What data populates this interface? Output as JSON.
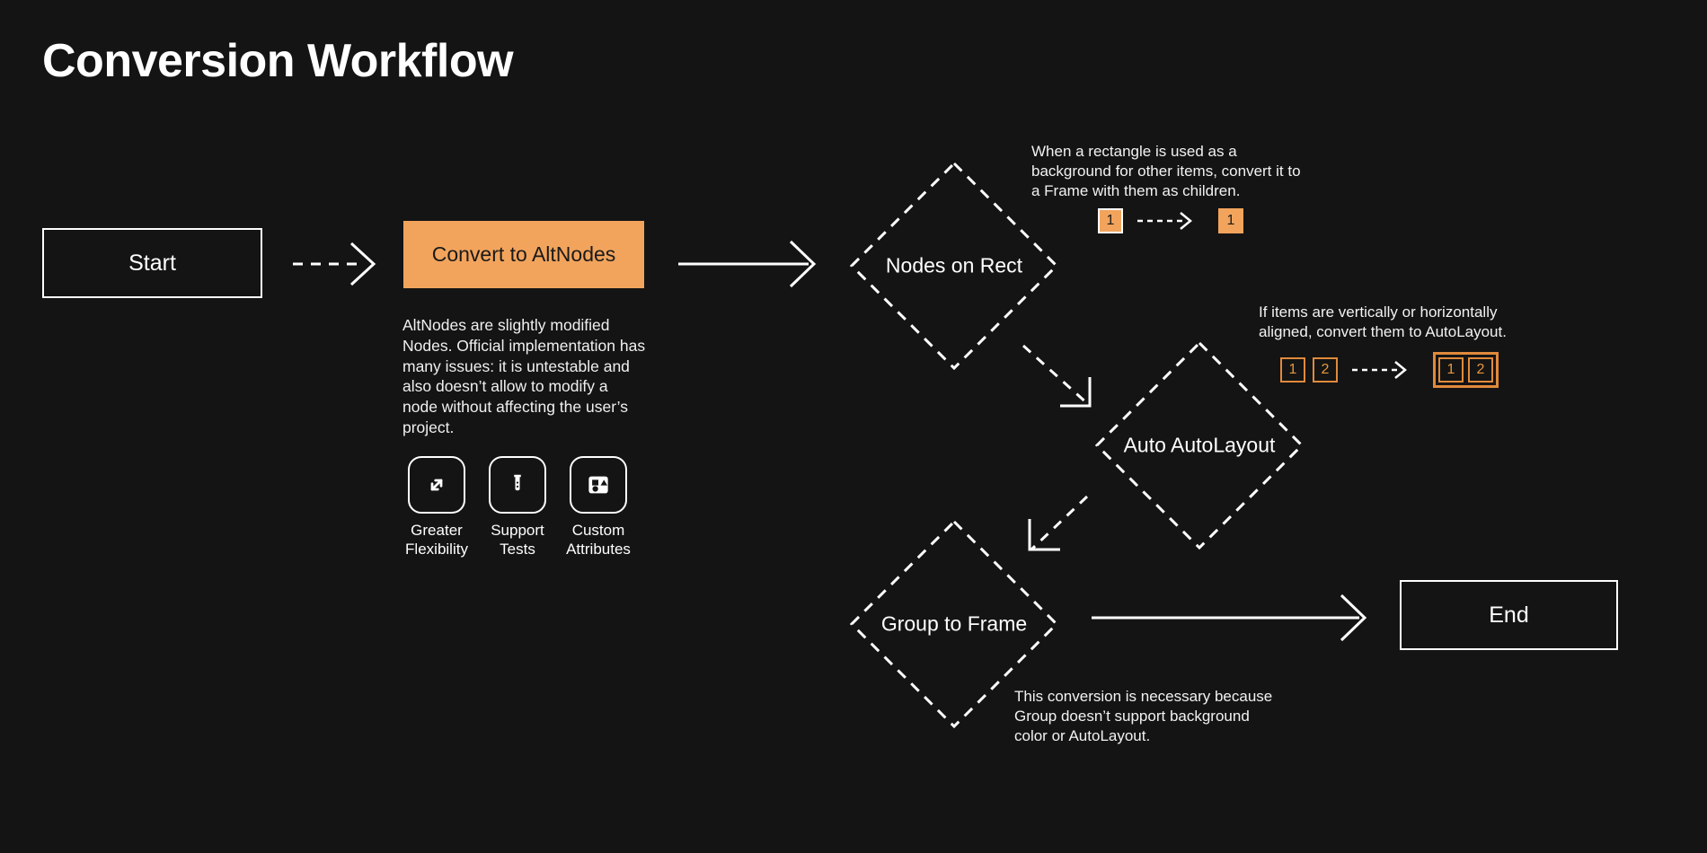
{
  "page": {
    "title": "Conversion Workflow",
    "background_color": "#141414",
    "accent_color": "#F2A45C",
    "text_color": "#ffffff"
  },
  "nodes": {
    "start": {
      "label": "Start",
      "shape": "rectangle"
    },
    "convert": {
      "label": "Convert to AltNodes",
      "shape": "rectangle",
      "fill": "#F2A45C"
    },
    "nodes_on_rect": {
      "label": "Nodes on Rect",
      "shape": "diamond"
    },
    "auto_autolayout": {
      "label": "Auto AutoLayout",
      "shape": "diamond"
    },
    "group_to_frame": {
      "label": "Group to Frame",
      "shape": "diamond"
    },
    "end": {
      "label": "End",
      "shape": "rectangle"
    }
  },
  "alt_nodes": {
    "description": "AltNodes are slightly modified Nodes. Official implementation has many issues: it is untestable and also doesn’t allow to modify a node without affecting the user’s project.",
    "features": [
      {
        "icon": "expand-arrows-icon",
        "label": "Greater\nFlexibility"
      },
      {
        "icon": "test-tube-icon",
        "label": "Support\nTests"
      },
      {
        "icon": "shapes-icon",
        "label": "Custom\nAttributes"
      }
    ]
  },
  "annotations": {
    "nodes_on_rect": {
      "text": "When a rectangle is used as a background for other items, convert it to a Frame with them as children.",
      "before": [
        {
          "value": "1",
          "style": "solid-outlined"
        }
      ],
      "after": [
        {
          "value": "1",
          "style": "solid"
        }
      ]
    },
    "auto_autolayout": {
      "text": "If items are vertically or horizontally aligned, convert them to AutoLayout.",
      "before": [
        {
          "value": "1",
          "style": "outlined"
        },
        {
          "value": "2",
          "style": "outlined"
        }
      ],
      "after": [
        {
          "value": "1",
          "style": "outlined"
        },
        {
          "value": "2",
          "style": "outlined"
        }
      ],
      "after_framed": true
    },
    "group_to_frame": {
      "text": "This conversion is necessary because Group doesn’t support background color or AutoLayout."
    }
  },
  "connectors": [
    {
      "from": "start",
      "to": "convert",
      "style": "dashed"
    },
    {
      "from": "convert",
      "to": "nodes_on_rect",
      "style": "solid"
    },
    {
      "from": "nodes_on_rect",
      "to": "auto_autolayout",
      "style": "dashed"
    },
    {
      "from": "auto_autolayout",
      "to": "group_to_frame",
      "style": "dashed"
    },
    {
      "from": "group_to_frame",
      "to": "end",
      "style": "solid"
    }
  ]
}
